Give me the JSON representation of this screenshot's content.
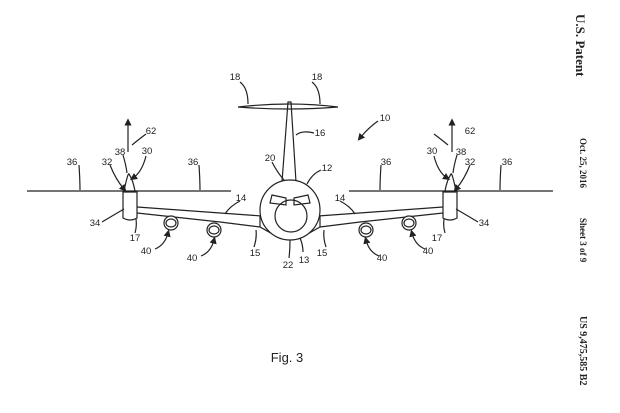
{
  "header": {
    "title": "U.S. Patent",
    "date": "Oct. 25, 2016",
    "sheet": "Sheet 3 of 9",
    "patent_number": "US 9,475,585 B2"
  },
  "figure": {
    "caption": "Fig. 3",
    "labels": {
      "l10": "10",
      "l12": "12",
      "l13": "13",
      "l14": "14",
      "l15": "15",
      "l16": "16",
      "l17": "17",
      "l18": "18",
      "l20": "20",
      "l22": "22",
      "l30": "30",
      "l32": "32",
      "l34": "34",
      "l36": "36",
      "l38": "38",
      "l40": "40",
      "l62": "62"
    }
  }
}
